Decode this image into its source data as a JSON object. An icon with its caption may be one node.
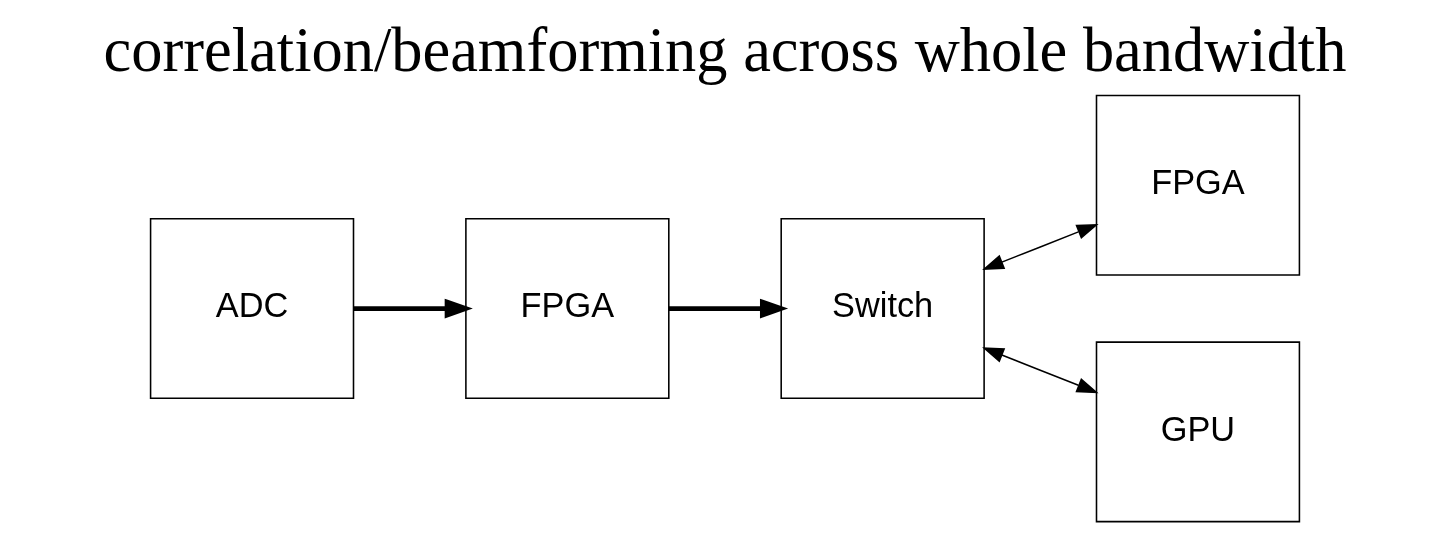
{
  "diagram": {
    "title": "correlation/beamforming across whole bandwidth",
    "nodes": [
      {
        "text": [
          "ADC"
        ]
      },
      {
        "text": [
          "FPGA"
        ]
      },
      {
        "text": [
          "Switch"
        ]
      },
      {
        "text": [
          "FPGA"
        ]
      },
      {
        "text": [
          "GPU"
        ]
      }
    ],
    "edges": [
      {
        "from": 0,
        "to": 1,
        "arrow": "to",
        "style": "thick"
      },
      {
        "from": 1,
        "to": 2,
        "arrow": "to",
        "style": "thick"
      },
      {
        "from": 2,
        "to": 3,
        "arrow": "both"
      },
      {
        "from": 2,
        "to": 4,
        "arrow": "both"
      }
    ]
  }
}
